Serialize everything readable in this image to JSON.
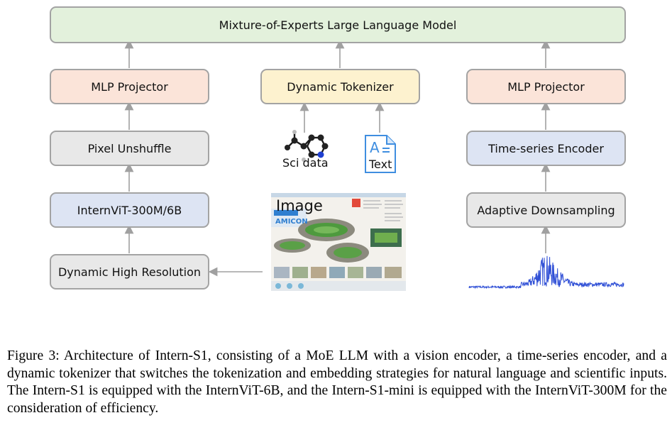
{
  "boxes": {
    "moe_llm": "Mixture-of-Experts Large Language Model",
    "mlp_left": "MLP Projector",
    "tokenizer": "Dynamic Tokenizer",
    "mlp_right": "MLP Projector",
    "pixel_unshuffle": "Pixel Unshuffle",
    "ts_encoder": "Time-series Encoder",
    "internvit": "InternViT-300M/6B",
    "adaptive_ds": "Adaptive Downsampling",
    "dyn_highres": "Dynamic High Resolution"
  },
  "inputs": {
    "sci_data": "Sci data",
    "text": "Text",
    "image": "Image",
    "text_icon_glyph": "A"
  },
  "image_thumbnail_title": "AMICON",
  "colors": {
    "green": "#e3f1dc",
    "orange": "#fbe4d9",
    "yellow": "#fdf2cf",
    "gray": "#e8e8e8",
    "blue": "#dde4f3",
    "waveform": "#2f4fd6",
    "text_icon": "#3f8ee0"
  },
  "icons": [
    "molecule-icon",
    "text-document-icon",
    "infographic-image",
    "time-series-waveform"
  ],
  "caption": "Figure 3: Architecture of Intern-S1, consisting of a MoE LLM with a vision encoder, a time-series encoder, and a dynamic tokenizer that switches the tokenization and embedding strategies for natural language and scientific inputs. The Intern-S1 is equipped with the InternViT-6B, and the Intern-S1-mini is equipped with the InternViT-300M for the consideration of efficiency."
}
